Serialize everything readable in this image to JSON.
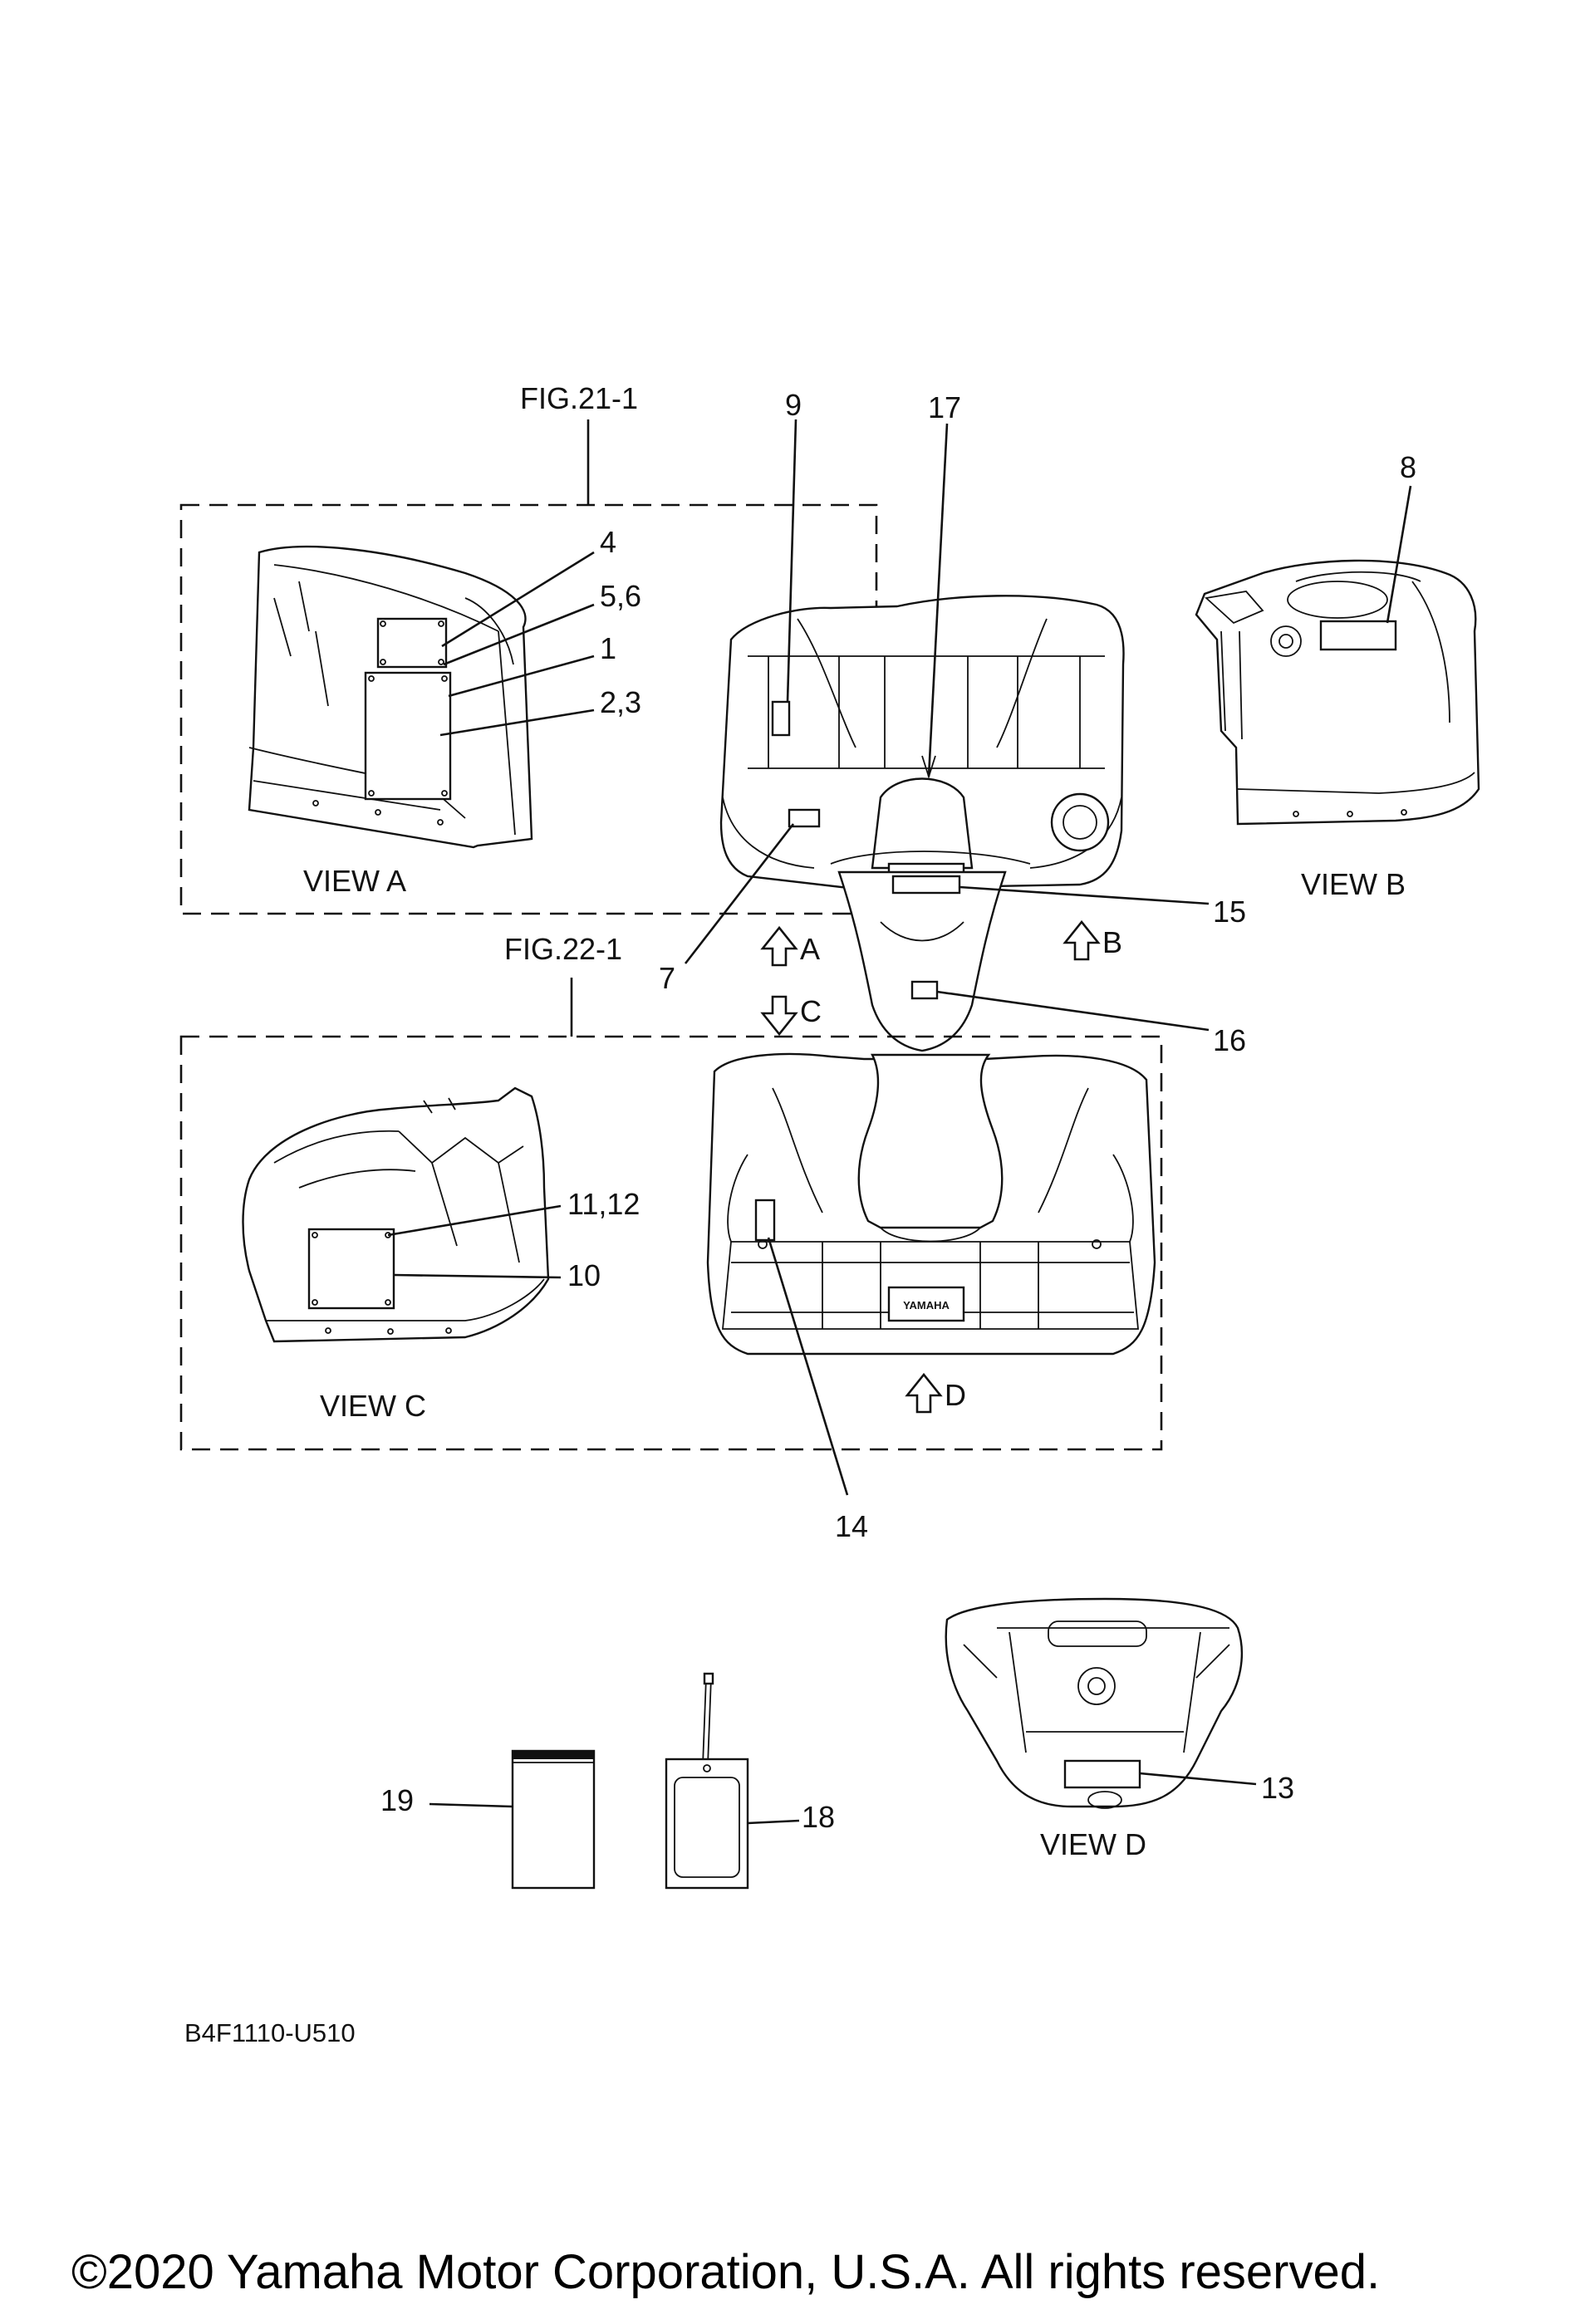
{
  "diagram": {
    "figure_refs": {
      "fig_a": "FIG.21-1",
      "fig_c": "FIG.22-1"
    },
    "view_labels": {
      "a": "VIEW A",
      "b": "VIEW B",
      "c": "VIEW C",
      "d": "VIEW D"
    },
    "view_arrows": {
      "a": "A",
      "b": "B",
      "c": "C",
      "d": "D"
    },
    "callouts": {
      "p1": "1",
      "p23": "2,3",
      "p4": "4",
      "p56": "5,6",
      "p7": "7",
      "p8": "8",
      "p9": "9",
      "p10": "10",
      "p1112": "11,12",
      "p13": "13",
      "p14": "14",
      "p15": "15",
      "p16": "16",
      "p17": "17",
      "p18": "18",
      "p19": "19"
    },
    "emblem_text": "YAMAHA",
    "drawing_code": "B4F1110-U510",
    "copyright": "©2020 Yamaha Motor Corporation, U.S.A. All rights reserved."
  }
}
